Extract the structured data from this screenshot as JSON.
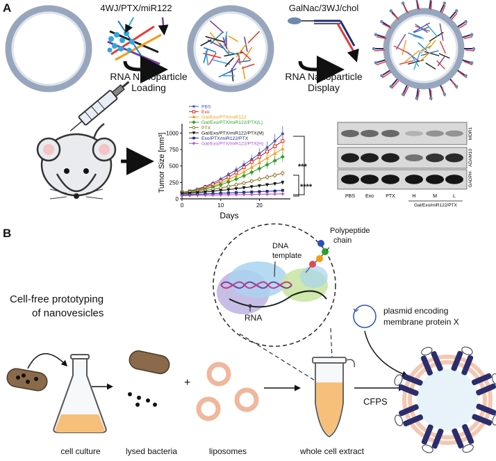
{
  "panel_a": {
    "letter": "A",
    "step1_reagent": "4WJ/PTX/miR122",
    "step1_caption_line1": "RNA Nanoparticle",
    "step1_caption_line2": "Loading",
    "step2_reagent": "GalNac/3WJ/chol",
    "step2_caption_line1": "RNA Nanoparticle",
    "step2_caption_line2": "Display"
  },
  "chart": {
    "legend_entries": [
      {
        "label": "PBS",
        "color": "#3b56c4",
        "marker": "circle"
      },
      {
        "label": "Exo",
        "color": "#d62728",
        "marker": "square-open"
      },
      {
        "label": "Gal/Exo/PTX/miR122",
        "color": "#f39c12",
        "marker": "triangle"
      },
      {
        "label": "Gal/Exo/PTX/miR122/PTX(L)",
        "color": "#2ca02c",
        "marker": "diamond"
      },
      {
        "label": "PTX",
        "color": "#8c6d1f",
        "marker": "circle-open"
      },
      {
        "label": "Gal/Exo/PTX/miR122/PTX(M)",
        "color": "#111111",
        "marker": "triangle-down"
      },
      {
        "label": "Exo/PTX/miR122/PTX",
        "color": "#1f2d7a",
        "marker": "square"
      },
      {
        "label": "Gal/Exo/PTX/miR122/PTX(H)",
        "color": "#b04ad1",
        "marker": "star"
      }
    ],
    "significance_upper": "***",
    "significance_lower": "****"
  },
  "chart_data": {
    "type": "line",
    "xlabel": "Days",
    "ylabel": "Tumor Size [mm³]",
    "xlim": [
      0,
      28
    ],
    "ylim": [
      0,
      1100
    ],
    "x_ticks": [
      "0",
      "10",
      "20"
    ],
    "y_ticks": [
      "0",
      "250",
      "500",
      "750",
      "1000"
    ],
    "x": [
      0,
      2,
      4,
      6,
      8,
      10,
      12,
      14,
      16,
      18,
      20,
      22,
      24,
      26
    ],
    "series": [
      {
        "name": "PBS",
        "values": [
          100,
          120,
          150,
          190,
          240,
          300,
          370,
          440,
          520,
          600,
          690,
          780,
          880,
          990
        ]
      },
      {
        "name": "Exo",
        "values": [
          100,
          115,
          140,
          175,
          220,
          270,
          330,
          400,
          480,
          560,
          640,
          720,
          800,
          880
        ]
      },
      {
        "name": "Gal/Exo/PTX/miR122",
        "values": [
          100,
          112,
          130,
          160,
          195,
          240,
          290,
          350,
          410,
          480,
          550,
          620,
          690,
          760
        ]
      },
      {
        "name": "Gal/Exo/PTX/miR122/PTX(L)",
        "values": [
          100,
          110,
          125,
          150,
          180,
          215,
          255,
          300,
          350,
          405,
          460,
          520,
          580,
          640
        ]
      },
      {
        "name": "PTX",
        "values": [
          90,
          100,
          110,
          125,
          145,
          165,
          190,
          215,
          240,
          270,
          300,
          330,
          360,
          390
        ]
      },
      {
        "name": "Gal/Exo/PTX/miR122/PTX(M)",
        "values": [
          80,
          85,
          95,
          105,
          115,
          130,
          140,
          155,
          170,
          185,
          200,
          215,
          230,
          250
        ]
      },
      {
        "name": "Exo/PTX/miR122/PTX",
        "values": [
          60,
          65,
          70,
          75,
          80,
          85,
          90,
          95,
          100,
          105,
          110,
          115,
          120,
          130
        ]
      },
      {
        "name": "Gal/Exo/PTX/miR122/PTX(H)",
        "values": [
          50,
          52,
          54,
          56,
          58,
          60,
          62,
          64,
          66,
          68,
          70,
          72,
          74,
          76
        ]
      }
    ]
  },
  "blot": {
    "rows": [
      "MDR1",
      "ADAM10",
      "GADPH"
    ],
    "lanes": [
      "PBS",
      "Exo",
      "PTX",
      "H",
      "M",
      "L"
    ],
    "group_label": "Gal/Exo/miR122/PTX",
    "band_intensity": {
      "MDR1": [
        0.55,
        0.55,
        0.55,
        0.2,
        0.35,
        0.35
      ],
      "ADAM10": [
        0.9,
        0.9,
        0.9,
        0.5,
        0.8,
        0.85
      ],
      "GADPH": [
        0.95,
        0.95,
        0.95,
        0.95,
        0.95,
        0.95
      ]
    }
  },
  "panel_b": {
    "letter": "B",
    "title_line1": "Cell-free prototyping",
    "title_line2": "of nanovesicles",
    "dna_template_line1": "DNA",
    "dna_template_line2": "template",
    "polypeptide_line1": "Polypeptide",
    "polypeptide_line2": "chain",
    "rna_label": "RNA",
    "plasmid_line1": "plasmid encoding",
    "plasmid_line2": "membrane protein X",
    "plus_sign": "+",
    "cfps_label": "CFPS",
    "captions": {
      "cell_culture": "cell culture",
      "lysed_bacteria": "lysed bacteria",
      "liposomes": "liposomes",
      "whole_cell_extract": "whole cell extract"
    }
  },
  "colors": {
    "vesicle_membrane": "#9aa7bd",
    "vesicle_membrane_light": "#d3dbe8",
    "bacteria": "#8a6a4a",
    "medium": "#f6c07a",
    "liposome": "#f0b79a",
    "protein_x": "#2a2d6e"
  }
}
